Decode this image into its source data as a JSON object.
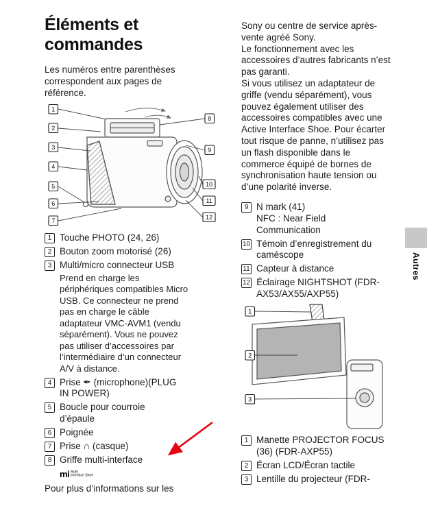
{
  "colors": {
    "annotation_red": "#e60012",
    "side_tab_gray": "#c8c8c8",
    "lcd_gray": "#b4b4b4"
  },
  "page": {
    "title": "Éléments et commandes",
    "intro": "Les numéros entre parenthèses correspondent aux pages de référence.",
    "side_tab": "Autres",
    "footer_note": "Pour plus d’informations sur les"
  },
  "icons": {
    "microphone": "✒",
    "headphone": "∩"
  },
  "logo": {
    "text": "mi",
    "caption_line1": "Multi",
    "caption_line2": "Interface Shoe"
  },
  "left_list": [
    {
      "num": "1",
      "label": "Touche PHOTO (24, 26)"
    },
    {
      "num": "2",
      "label": "Bouton zoom motorisé (26)"
    },
    {
      "num": "3",
      "label": "Multi/micro connecteur USB",
      "detail": "Prend en charge les périphériques compatibles Micro USB. Ce connecteur ne prend pas en charge le câble adaptateur VMC-AVM1 (vendu séparément). Vous ne pouvez pas utiliser d’accessoires par l’intermédiaire d’un connecteur A/V à distance."
    },
    {
      "num": "4",
      "pre": "Prise ",
      "post": " (microphone)(PLUG IN POWER)"
    },
    {
      "num": "5",
      "label": "Boucle pour courroie d’épaule"
    },
    {
      "num": "6",
      "label": "Poignée"
    },
    {
      "num": "7",
      "pre": "Prise ",
      "post": " (casque)"
    },
    {
      "num": "8",
      "label": "Griffe multi-interface"
    }
  ],
  "right_paragraphs": [
    "Sony ou centre de service après-vente agréé Sony.",
    "Le fonctionnement avec les accessoires d’autres fabricants n’est pas garanti.",
    "Si vous utilisez un adaptateur de griffe (vendu séparément), vous pouvez également utiliser des accessoires compatibles avec une Active Interface Shoe. Pour écarter tout risque de panne, n’utilisez pas un flash disponible dans le commerce équipé de bornes de synchronisation haute tension ou d’une polarité inverse."
  ],
  "right_list": [
    {
      "num": "9",
      "label": "N mark (41)",
      "sub": "NFC : Near Field Communication"
    },
    {
      "num": "10",
      "label": "Témoin d’enregistrement du caméscope"
    },
    {
      "num": "11",
      "label": "Capteur à distance"
    },
    {
      "num": "12",
      "label": "Éclairage NIGHTSHOT (FDR-AX53/AX55/AXP55)"
    }
  ],
  "bottom_list": [
    {
      "num": "1",
      "label": "Manette PROJECTOR FOCUS (36) (FDR-AXP55)"
    },
    {
      "num": "2",
      "label": "Écran LCD/Écran tactile"
    },
    {
      "num": "3",
      "label": "Lentille du projecteur (FDR-"
    }
  ],
  "diagram1_callouts": [
    "1",
    "2",
    "3",
    "4",
    "5",
    "6",
    "7",
    "8",
    "9",
    "10",
    "11",
    "12"
  ],
  "diagram2_callouts": [
    "1",
    "2",
    "3"
  ]
}
